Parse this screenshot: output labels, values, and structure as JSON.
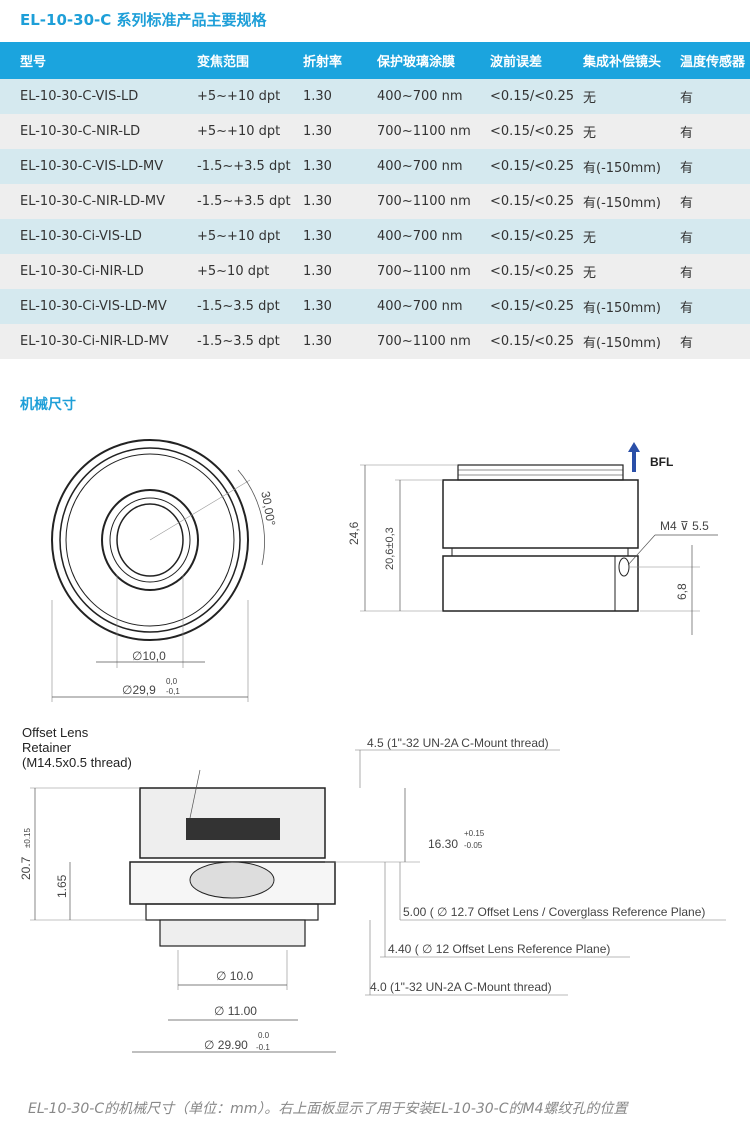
{
  "title": "EL-10-30-C 系列标准产品主要规格",
  "table": {
    "headers": [
      "型号",
      "变焦范围",
      "折射率",
      "保护玻璃涂膜",
      "波前误差",
      "集成补偿镜头",
      "温度传感器"
    ],
    "rows": [
      [
        "EL-10-30-C-VIS-LD",
        "+5~+10 dpt",
        "1.30",
        "400~700 nm",
        "<0.15/<0.25",
        "无",
        "有"
      ],
      [
        "EL-10-30-C-NIR-LD",
        "+5~+10 dpt",
        "1.30",
        "700~1100 nm",
        "<0.15/<0.25",
        "无",
        "有"
      ],
      [
        "EL-10-30-C-VIS-LD-MV",
        "-1.5~+3.5 dpt",
        "1.30",
        "400~700 nm",
        "<0.15/<0.25",
        "有(-150mm)",
        "有"
      ],
      [
        "EL-10-30-C-NIR-LD-MV",
        "-1.5~+3.5 dpt",
        "1.30",
        "700~1100 nm",
        "<0.15/<0.25",
        "有(-150mm)",
        "有"
      ],
      [
        "EL-10-30-Ci-VIS-LD",
        "+5~+10 dpt",
        "1.30",
        "400~700 nm",
        "<0.15/<0.25",
        "无",
        "有"
      ],
      [
        "EL-10-30-Ci-NIR-LD",
        "+5~10 dpt",
        "1.30",
        "700~1100 nm",
        "<0.15/<0.25",
        "无",
        "有"
      ],
      [
        "EL-10-30-Ci-VIS-LD-MV",
        "-1.5~3.5 dpt",
        "1.30",
        "400~700 nm",
        "<0.15/<0.25",
        "有(-150mm)",
        "有"
      ],
      [
        "EL-10-30-Ci-NIR-LD-MV",
        "-1.5~3.5 dpt",
        "1.30",
        "700~1100 nm",
        "<0.15/<0.25",
        "有(-150mm)",
        "有"
      ]
    ]
  },
  "section": "机械尺寸",
  "front": {
    "angle": "30,00°",
    "inner": "∅10,0",
    "outer": "∅29,9",
    "outer_tol_up": "0,0",
    "outer_tol_low": "-0,1"
  },
  "side": {
    "height": "24,6",
    "body": "20,6±0,3",
    "bfl": "BFL",
    "m4": "M4 ⊽ 5.5",
    "hole": "6,8"
  },
  "section_view": {
    "retainer": [
      "Offset Lens",
      "Retainer",
      "(M14.5x0.5 thread)"
    ],
    "d1": "4.5 (1\"-32 UN-2A C-Mount thread)",
    "d2": "16.30",
    "d2_up": "+0.15",
    "d2_low": "-0.05",
    "d3": "5.00 ( ∅ 12.7 Offset Lens / Coverglass Reference Plane)",
    "d4": "4.40  ( ∅ 12 Offset Lens Reference Plane)",
    "d5": "4.0 (1\"-32 UN-2A C-Mount thread)",
    "h": "20.7",
    "h_tol": "±0.15",
    "h2": "1.65",
    "w1": "∅ 10.0",
    "w2": "∅ 11.00",
    "w3": "∅ 29.90",
    "w3_up": "0.0",
    "w3_low": "-0.1"
  },
  "caption": "EL-10-30-C的机械尺寸（单位：mm）。右上面板显示了用于安装EL-10-30-C的M4螺纹孔的位置",
  "colors": {
    "accent": "#1ba4de",
    "row_a": "#d5e9ef",
    "row_b": "#eeeeee"
  }
}
